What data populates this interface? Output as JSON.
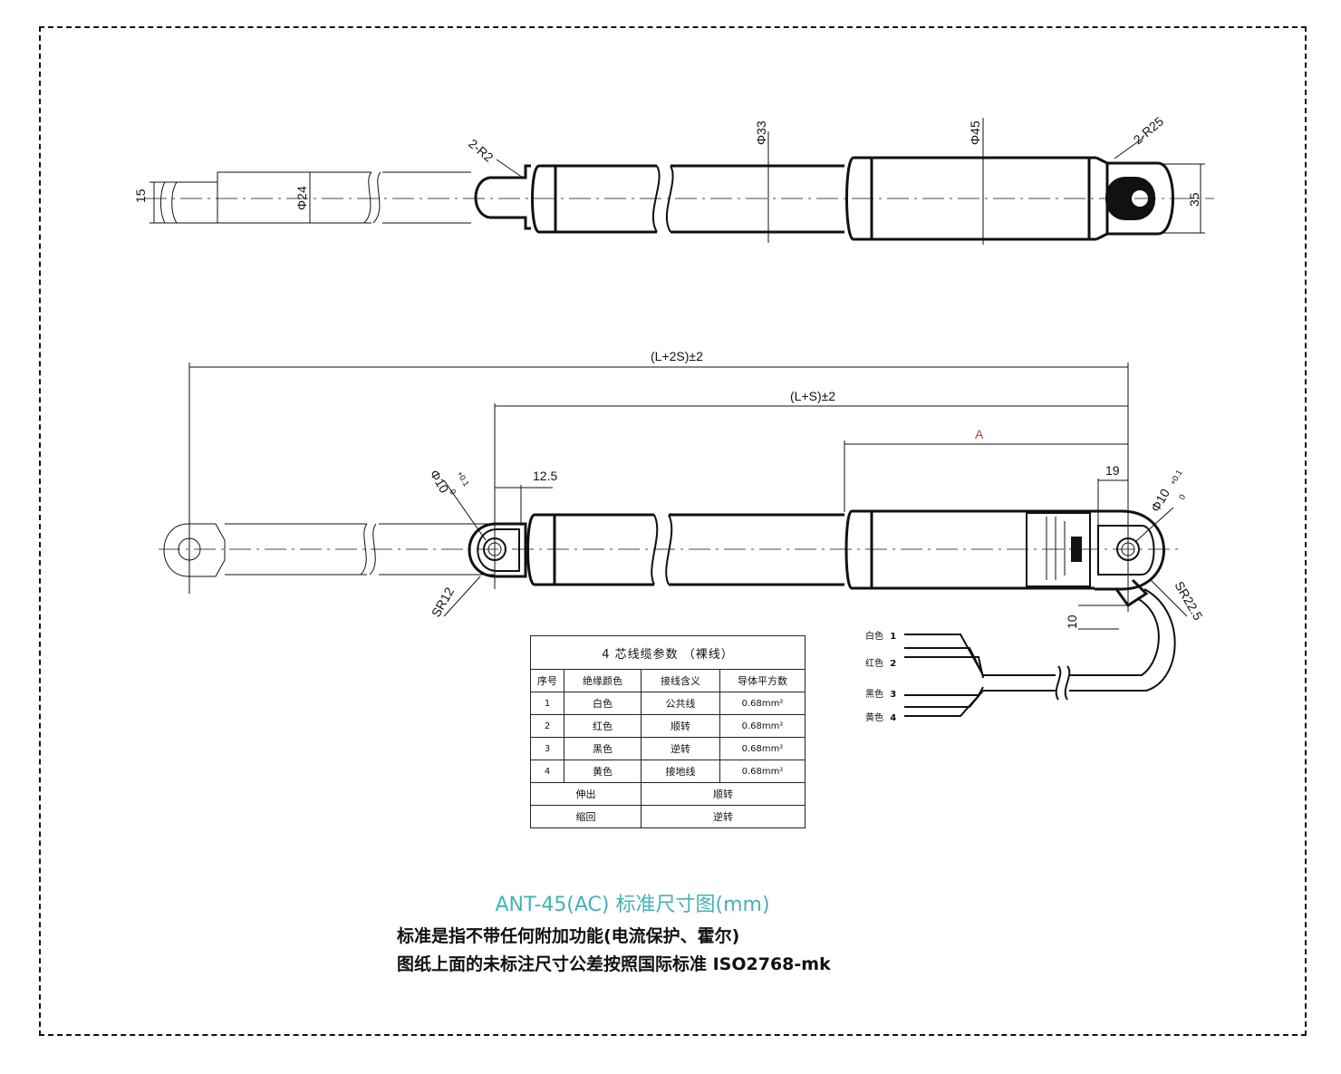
{
  "top_view": {
    "dims": {
      "d15": "15",
      "d24": "Φ24",
      "r2": "2-R2",
      "d33": "Φ33",
      "d45": "Φ45",
      "r25": "2-R25",
      "d35": "35"
    }
  },
  "side_view": {
    "dims": {
      "l2s": "(L+2S)±2",
      "ls": "(L+S)±2",
      "a": "A",
      "d125": "12.5",
      "d19": "19",
      "hole_left_main": "Φ10",
      "hole_left_tol": "+0.1",
      "hole_left_tol0": "0",
      "hole_right_main": "Φ10",
      "hole_right_tol": "+0.1",
      "hole_right_tol0": "0",
      "sr12": "SR12",
      "sr225": "SR22.5",
      "d10": "10"
    }
  },
  "wire_labels": [
    {
      "color_name": "白色",
      "num": "1"
    },
    {
      "color_name": "红色",
      "num": "2"
    },
    {
      "color_name": "黑色",
      "num": "3"
    },
    {
      "color_name": "黄色",
      "num": "4"
    }
  ],
  "table": {
    "title": "4 芯线缆参数 （裸线）",
    "headers": [
      "序号",
      "绝缘颜色",
      "接线含义",
      "导体平方数"
    ],
    "rows": [
      [
        "1",
        "白色",
        "公共线",
        "0.68mm²"
      ],
      [
        "2",
        "红色",
        "顺转",
        "0.68mm²"
      ],
      [
        "3",
        "黑色",
        "逆转",
        "0.68mm²"
      ],
      [
        "4",
        "黄色",
        "接地线",
        "0.68mm²"
      ]
    ],
    "motion": [
      [
        "伸出",
        "顺转"
      ],
      [
        "缩回",
        "逆转"
      ]
    ]
  },
  "caption": {
    "title": "ANT-45(AC) 标准尺寸图(mm)",
    "note1": "标准是指不带任何附加功能(电流保护、霍尔)",
    "note2": "图纸上面的未标注尺寸公差按照国际标准 ISO2768-mk"
  },
  "colors": {
    "title": "#45b1b6",
    "line": "#111111"
  }
}
